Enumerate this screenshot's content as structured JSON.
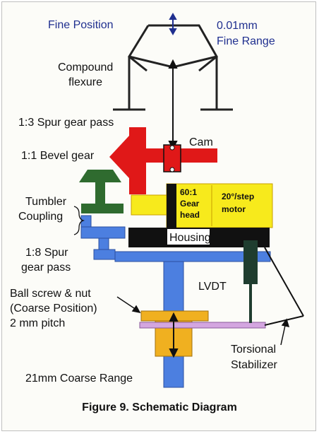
{
  "colors": {
    "label_blue": "#1f2f8f",
    "text_black": "#111111",
    "cam_red": "#e01818",
    "coupling_green": "#2f6b2f",
    "motor_yellow": "#f7ea1c",
    "shaft_blue": "#4c7fe0",
    "nut_orange": "#f0b020",
    "flexure_line": "#222222",
    "housing_black": "#111111",
    "stabilizer_pink": "#d4a6e0",
    "lvdt_green": "#1f3d2f"
  },
  "labels": {
    "fine_position": "Fine Position",
    "fine_range_value": "0.01mm",
    "fine_range_text": "Fine Range",
    "compound_flexure_1": "Compound",
    "compound_flexure_2": "flexure",
    "spur_gear_pass_13": "1:3 Spur gear pass",
    "cam": "Cam",
    "bevel_gear": "1:1 Bevel gear",
    "gear_head_1": "60:1",
    "gear_head_2": "Gear",
    "gear_head_3": "head",
    "step_motor_1": "20°/step",
    "step_motor_2": "motor",
    "tumbler_1": "Tumbler",
    "tumbler_2": "Coupling",
    "housing": "Housing",
    "spur_gear_pass_18_1": "1:8 Spur",
    "spur_gear_pass_18_2": "gear pass",
    "lvdt": "LVDT",
    "ball_screw_1": "Ball screw & nut",
    "ball_screw_2": "(Coarse Position)",
    "ball_screw_3": "2 mm pitch",
    "torsional_1": "Torsional",
    "torsional_2": "Stabilizer",
    "coarse_range": "21mm Coarse Range"
  },
  "caption": "Figure 9.  Schematic Diagram"
}
